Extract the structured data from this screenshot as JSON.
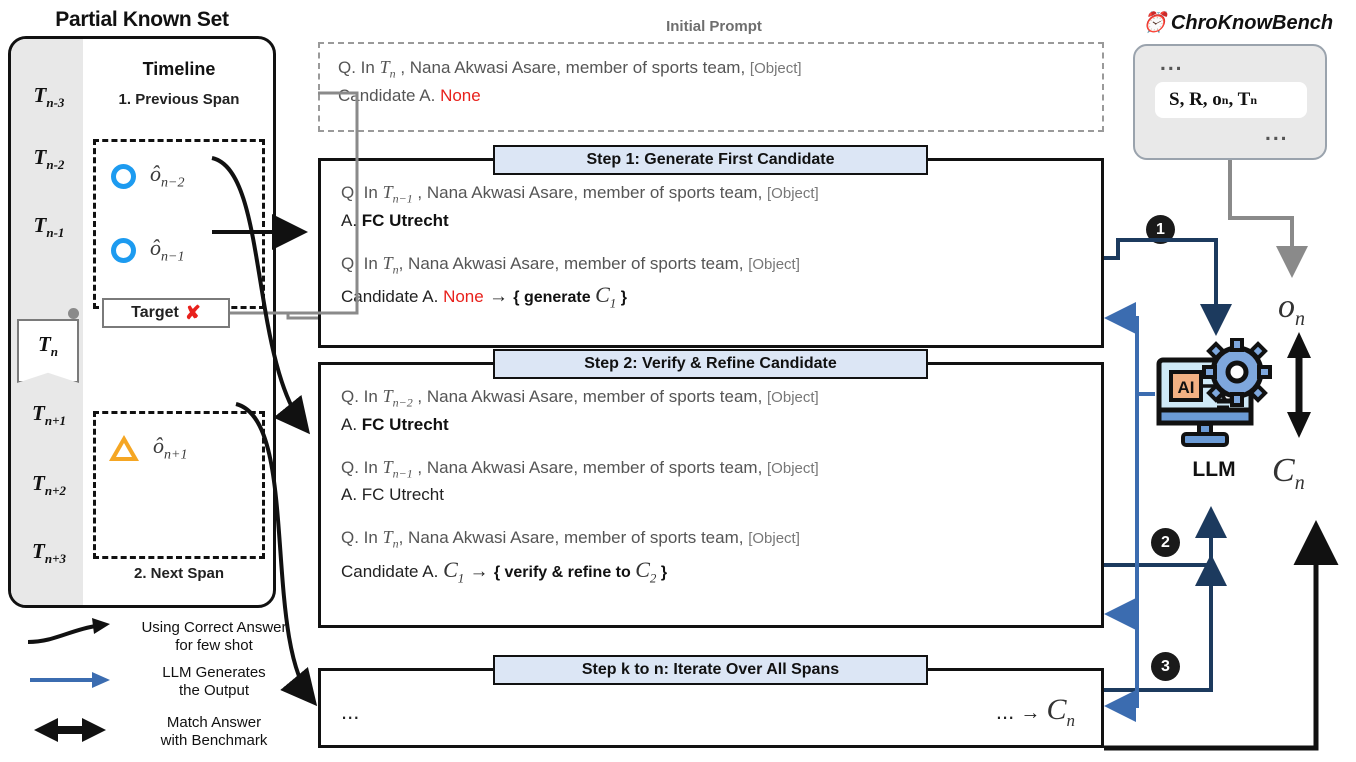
{
  "left_panel": {
    "title": "Partial Known Set",
    "timeline_title": "Timeline",
    "prev_span_label": "1. Previous Span",
    "next_span_label": "2. Next Span",
    "time_labels": [
      "T",
      "T",
      "T",
      "T",
      "T",
      "T",
      "T"
    ],
    "time_subs": [
      "n-3",
      "n-2",
      "n-1",
      "n",
      "n+1",
      "n+2",
      "n+3"
    ],
    "target_label": "Target",
    "target_mark": "✘",
    "prev_objects": [
      {
        "marker": "circle-marker-blue",
        "label": "ô",
        "sub": "n−2"
      },
      {
        "marker": "circle-marker-blue",
        "label": "ô",
        "sub": "n−1"
      }
    ],
    "next_objects": [
      {
        "marker": "triangle-marker-orange",
        "label": "ô",
        "sub": "n+1"
      }
    ]
  },
  "legend": [
    {
      "icon": "curved-black-arrow-icon",
      "line1": "Using Correct Answer",
      "line2": "for few shot"
    },
    {
      "icon": "straight-blue-arrow-icon",
      "line1": "LLM Generates",
      "line2": "the Output"
    },
    {
      "icon": "double-headed-black-arrow-icon",
      "line1": "Match Answer",
      "line2": "with Benchmark"
    }
  ],
  "initial_prompt": {
    "label": "Initial Prompt",
    "q_prefix": "Q. In ",
    "q_time": "T",
    "q_time_sub": "n",
    "q_body": " , Nana Akwasi Asare, member of sports team, ",
    "q_object": "[Object]",
    "candidate_prefix": "Candidate A. ",
    "candidate_value": "None"
  },
  "step1": {
    "header": "Step 1: Generate First Candidate",
    "lines": [
      {
        "q_prefix": "Q. In ",
        "time": "T",
        "time_sub": "n−1",
        "body": " , Nana Akwasi Asare, member of sports team, ",
        "object": "[Object]"
      },
      {
        "a_prefix": "A. ",
        "answer": "FC Utrecht",
        "bold": true
      },
      {
        "q_prefix": "Q. In ",
        "time": "T",
        "time_sub": "n",
        "body": ", Nana Akwasi Asare, member of sports team, ",
        "object": "[Object]"
      },
      {
        "candidate_prefix": "Candidate A. ",
        "candidate_value": "None",
        "arrow": "→",
        "action_open": "{ ",
        "action_text": "generate ",
        "action_var": "C",
        "action_var_sub": "1",
        "action_close": " }"
      }
    ]
  },
  "step2": {
    "header": "Step 2: Verify & Refine Candidate",
    "lines": [
      {
        "q_prefix": "Q. In ",
        "time": "T",
        "time_sub": "n−2",
        "body": " , Nana Akwasi Asare, member of sports team, ",
        "object": "[Object]"
      },
      {
        "a_prefix": "A. ",
        "answer": "FC Utrecht",
        "bold": true
      },
      {
        "q_prefix": "Q. In ",
        "time": "T",
        "time_sub": "n−1",
        "body": " , Nana Akwasi Asare, member of sports team, ",
        "object": "[Object]"
      },
      {
        "a_prefix": "A. ",
        "answer": "FC Utrecht",
        "bold": false
      },
      {
        "q_prefix": "Q. In ",
        "time": "T",
        "time_sub": "n",
        "body": ", Nana Akwasi Asare, member of sports team, ",
        "object": "[Object]"
      },
      {
        "candidate_prefix": "Candidate A. ",
        "candidate_var": "C",
        "candidate_var_sub": "1",
        "arrow": "→",
        "action_open": "{ ",
        "action_text": "verify & refine to ",
        "action_var": "C",
        "action_var_sub": "2",
        "action_close": " }"
      }
    ]
  },
  "step3": {
    "header": "Step k to n: Iterate Over All Spans",
    "dots_left": "...",
    "dots_right": "...",
    "arrow": "→",
    "result_var": "C",
    "result_var_sub": "n"
  },
  "bench": {
    "icon": "alarm-clock-icon",
    "title": "ChroKnowBench",
    "dots_top": "...",
    "dots_bottom": "...",
    "chip_text": "S, R, o",
    "chip_sub1": "n",
    "chip_mid": ", T",
    "chip_sub2": "n"
  },
  "llm": {
    "icon": "ai-computer-gear-icon",
    "chip_text": "AI",
    "label": "LLM"
  },
  "right_math": {
    "on": "o",
    "on_sub": "n",
    "cn": "C",
    "cn_sub": "n"
  },
  "badges": [
    "1",
    "2",
    "3"
  ],
  "colors": {
    "marker_blue": "#1d9bf0",
    "marker_orange": "#f5a623",
    "accent_red": "#e8211c",
    "header_fill": "#dce6f5",
    "arrow_navy": "#1c3a5e",
    "arrow_blue": "#3b6cb0",
    "rail_gray": "#e8e8e8",
    "dashed_gray": "#9a9a9a"
  }
}
